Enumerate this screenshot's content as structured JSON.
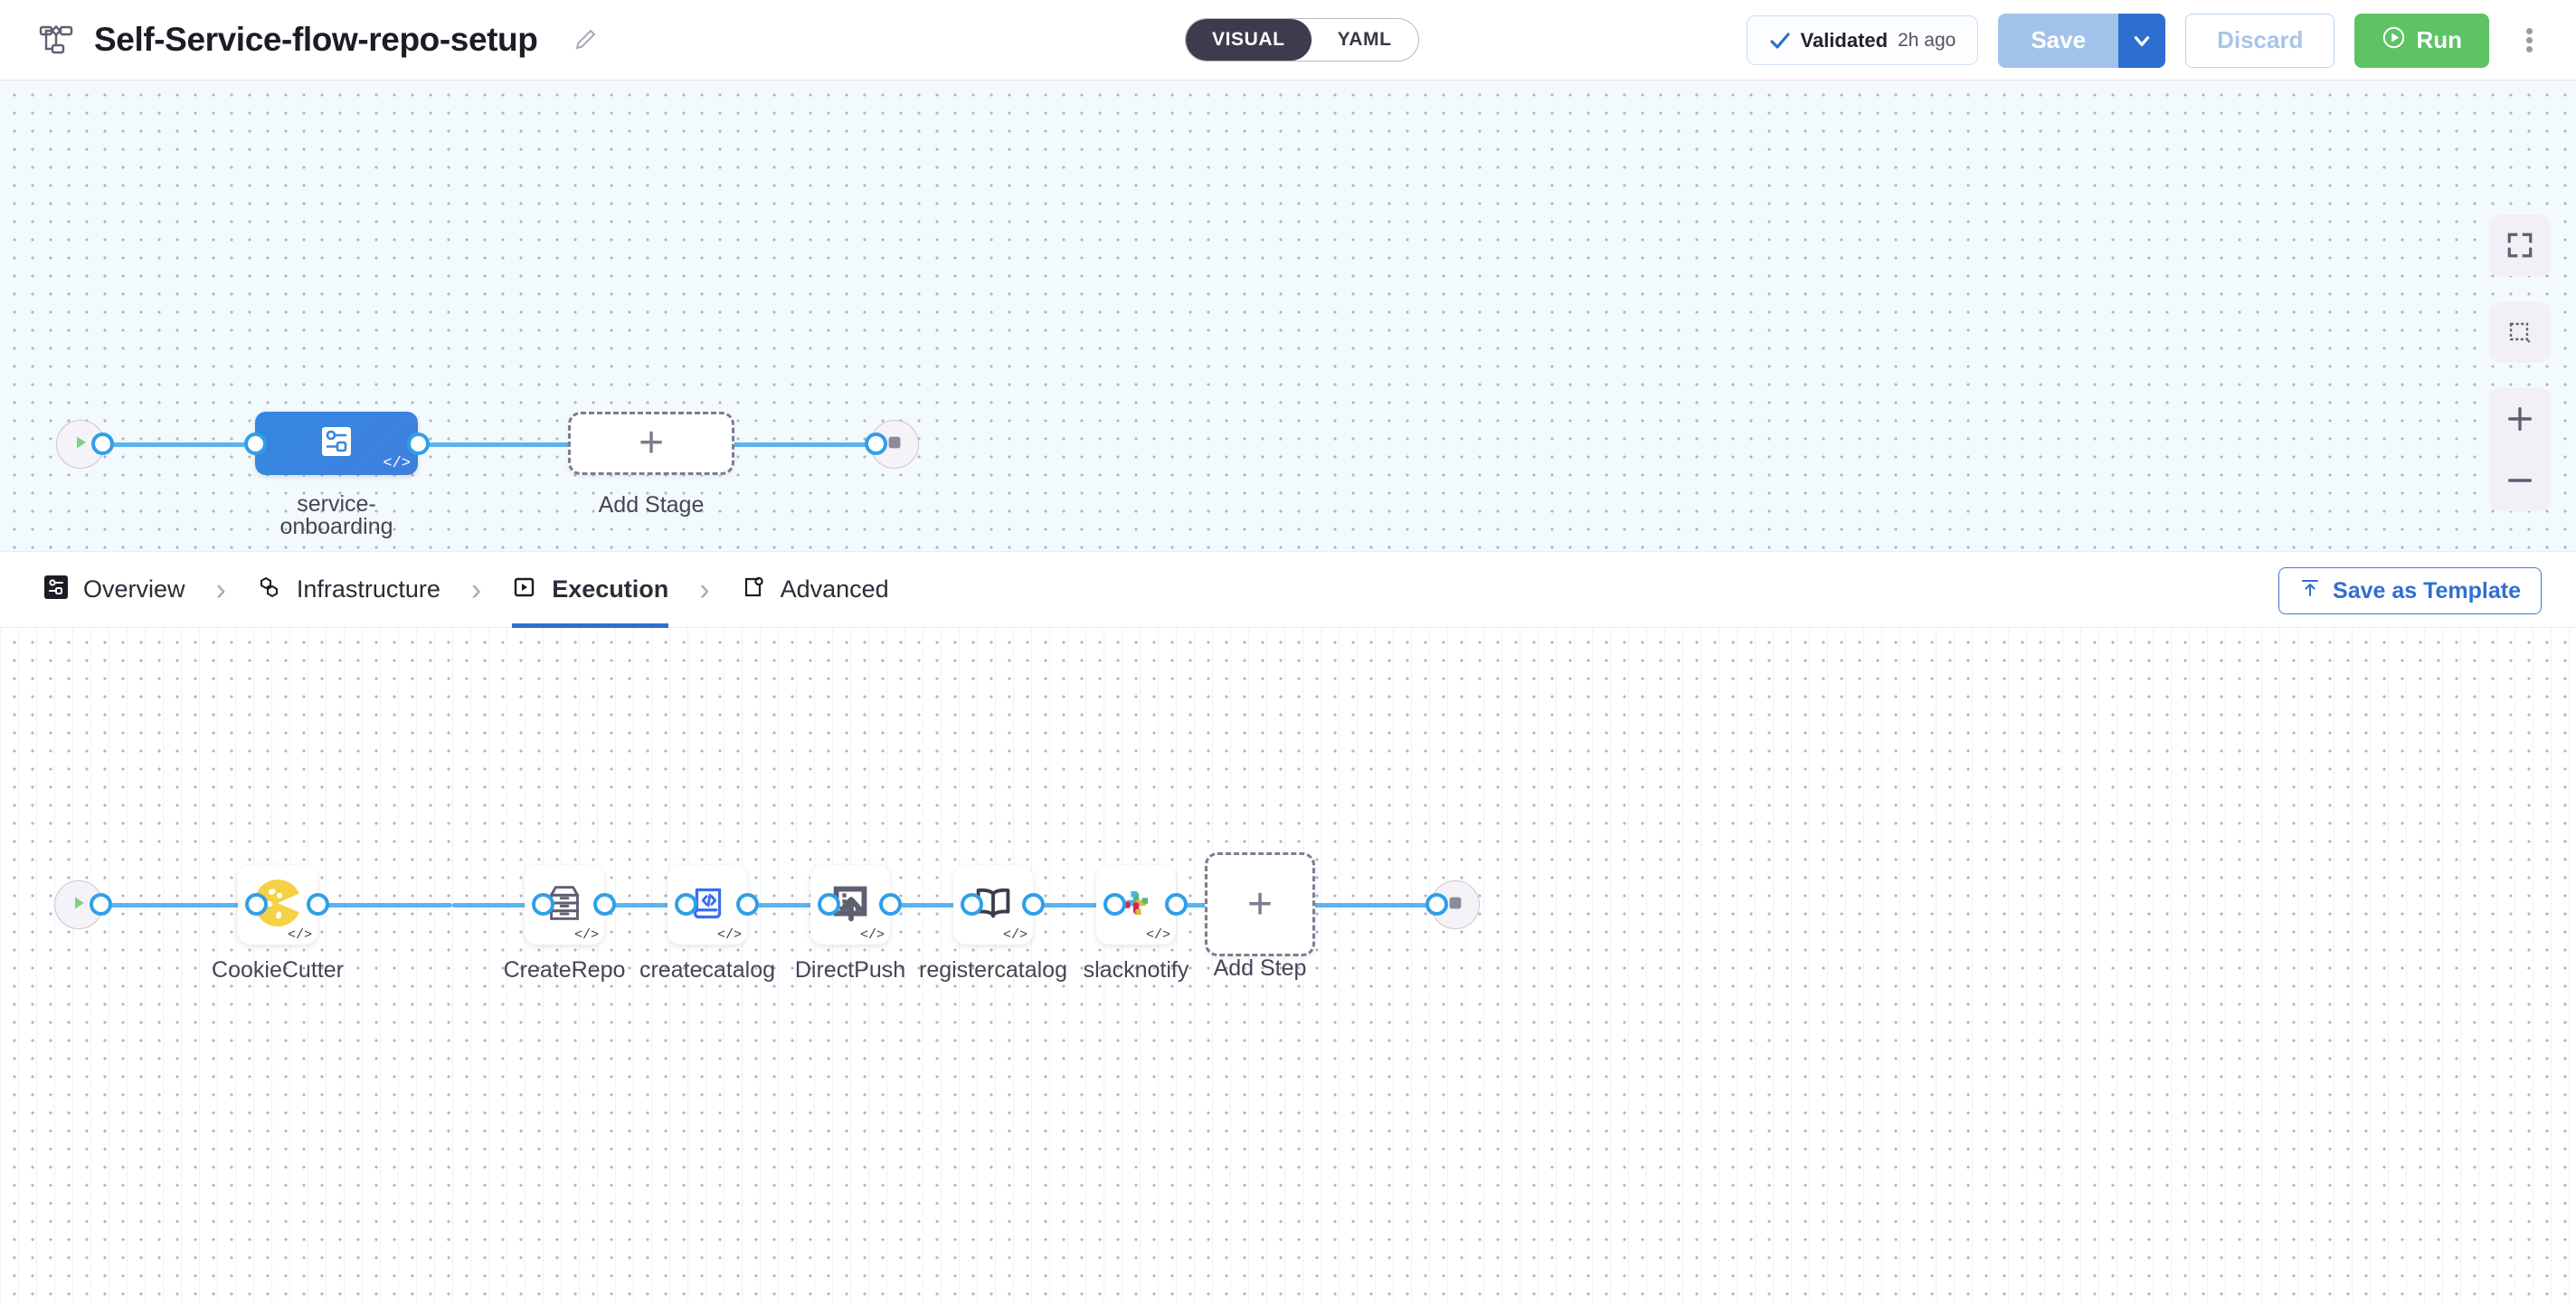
{
  "header": {
    "pipeline_icon": "pipeline-flow-icon",
    "title": "Self-Service-flow-repo-setup",
    "edit_icon": "pencil-edit-icon",
    "view_toggle": {
      "options": [
        "VISUAL",
        "YAML"
      ],
      "selected": "VISUAL"
    },
    "validated": {
      "icon": "check-icon",
      "label": "Validated",
      "time": "2h ago"
    },
    "save_label": "Save",
    "save_caret_icon": "chevron-down-icon",
    "discard_label": "Discard",
    "run_label": "Run",
    "run_icon": "play-circle-icon",
    "more_icon": "kebab-menu-icon"
  },
  "stage_canvas": {
    "start_icon": "play-icon",
    "end_icon": "stop-icon",
    "stage": {
      "label": "service-\nonboarding",
      "icon": "pipeline-stage-icon",
      "code_badge": "</>"
    },
    "add_stage": {
      "label": "Add Stage",
      "icon": "plus-icon"
    }
  },
  "canvas_controls": [
    {
      "name": "fit-to-screen",
      "icon": "expand-icon"
    },
    {
      "name": "marquee-select",
      "icon": "selection-box-icon"
    },
    {
      "name": "zoom-in",
      "icon": "plus-icon"
    },
    {
      "name": "zoom-out",
      "icon": "minus-icon"
    }
  ],
  "tabs": [
    {
      "label": "Overview",
      "icon": "overview-icon",
      "active": false
    },
    {
      "label": "Infrastructure",
      "icon": "infrastructure-icon",
      "active": false
    },
    {
      "label": "Execution",
      "icon": "execution-play-icon",
      "active": true
    },
    {
      "label": "Advanced",
      "icon": "advanced-gear-icon",
      "active": false
    }
  ],
  "tab_separator": "›",
  "save_as_template": {
    "label": "Save as Template",
    "icon": "template-upload-icon"
  },
  "steps_canvas": {
    "start_icon": "play-icon",
    "end_icon": "stop-icon",
    "code_badge": "</>",
    "steps": [
      {
        "label": "CookieCutter",
        "icon": "cookiecutter-icon"
      },
      {
        "label": "CreateRepo",
        "icon": "repository-drawers-icon"
      },
      {
        "label": "createcatalog",
        "icon": "catalog-code-icon"
      },
      {
        "label": "DirectPush",
        "icon": "push-upload-icon"
      },
      {
        "label": "registercatalog",
        "icon": "open-book-icon"
      },
      {
        "label": "slacknotify",
        "icon": "slack-icon"
      }
    ],
    "add_step": {
      "label": "Add Step",
      "icon": "plus-icon"
    }
  },
  "colors": {
    "accent_blue": "#2f6fd0",
    "edge_blue": "#5bb4ef",
    "stage_blue": "#3488e0",
    "run_green": "#5ec364",
    "canvas_top_bg": "#f3fafd"
  }
}
